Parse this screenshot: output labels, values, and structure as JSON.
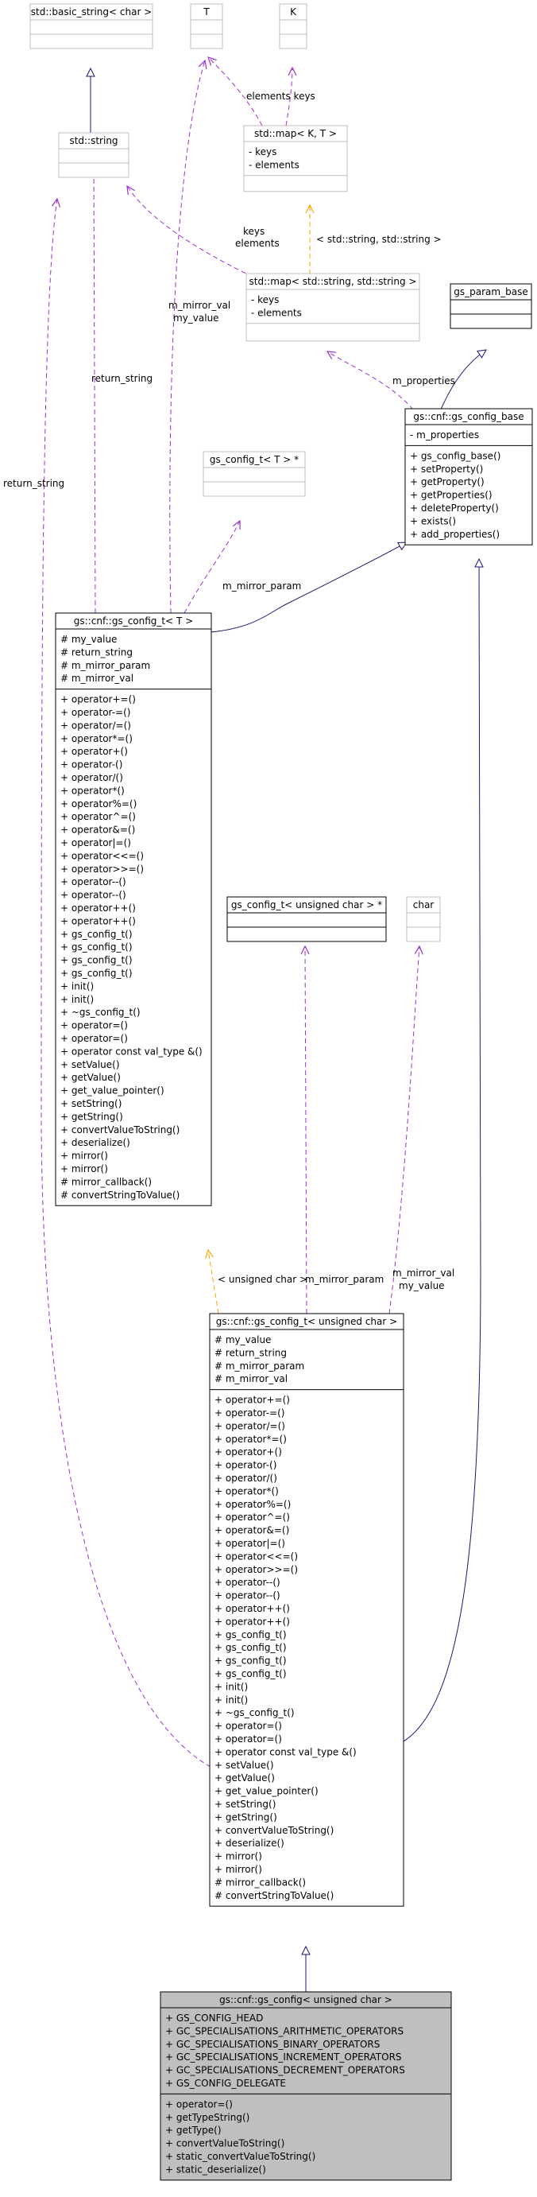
{
  "nodes": {
    "basic_string": {
      "title": "std::basic_string< char >",
      "attrs": [],
      "methods": []
    },
    "T": {
      "title": "T",
      "attrs": [],
      "methods": []
    },
    "K": {
      "title": "K",
      "attrs": [],
      "methods": []
    },
    "std_string": {
      "title": "std::string",
      "attrs": [],
      "methods": []
    },
    "map_KT": {
      "title": "std::map< K, T >",
      "attrs": [
        "- keys",
        "- elements"
      ],
      "methods": []
    },
    "map_string": {
      "title": "std::map< std::string, std::string >",
      "attrs": [
        "- keys",
        "- elements"
      ],
      "methods": []
    },
    "gs_param_base": {
      "title": "gs_param_base",
      "attrs": [],
      "methods": []
    },
    "gs_config_base": {
      "title": "gs::cnf::gs_config_base",
      "attrs": [
        "- m_properties"
      ],
      "methods": [
        "+ gs_config_base()",
        "+ setProperty()",
        "+ getProperty()",
        "+ getProperties()",
        "+ deleteProperty()",
        "+ exists()",
        "+ add_properties()"
      ]
    },
    "gs_config_t_T_ptr": {
      "title": "gs_config_t< T > *",
      "attrs": [],
      "methods": []
    },
    "gs_config_t_T": {
      "title": "gs::cnf::gs_config_t< T >",
      "attrs": [
        "# my_value",
        "# return_string",
        "# m_mirror_param",
        "# m_mirror_val"
      ],
      "methods": [
        "+ operator+=()",
        "+ operator-=()",
        "+ operator/=()",
        "+ operator*=()",
        "+ operator+()",
        "+ operator-()",
        "+ operator/()",
        "+ operator*()",
        "+ operator%=()",
        "+ operator^=()",
        "+ operator&=()",
        "+ operator|=()",
        "+ operator<<=()",
        "+ operator>>=()",
        "+ operator--()",
        "+ operator--()",
        "+ operator++()",
        "+ operator++()",
        "+ gs_config_t()",
        "+ gs_config_t()",
        "+ gs_config_t()",
        "+ gs_config_t()",
        "+ init()",
        "+ init()",
        "+ ~gs_config_t()",
        "+ operator=()",
        "+ operator=()",
        "+ operator const val_type &()",
        "+ setValue()",
        "+ getValue()",
        "+ get_value_pointer()",
        "+ setString()",
        "+ getString()",
        "+ convertValueToString()",
        "+ deserialize()",
        "+ mirror()",
        "+ mirror()",
        "# mirror_callback()",
        "# convertStringToValue()"
      ]
    },
    "gs_config_t_uchar_ptr": {
      "title": "gs_config_t< unsigned char > *",
      "attrs": [],
      "methods": []
    },
    "char": {
      "title": "char",
      "attrs": [],
      "methods": []
    },
    "gs_config_t_uchar": {
      "title": "gs::cnf::gs_config_t< unsigned char >",
      "attrs": [
        "# my_value",
        "# return_string",
        "# m_mirror_param",
        "# m_mirror_val"
      ],
      "methods": [
        "+ operator+=()",
        "+ operator-=()",
        "+ operator/=()",
        "+ operator*=()",
        "+ operator+()",
        "+ operator-()",
        "+ operator/()",
        "+ operator*()",
        "+ operator%=()",
        "+ operator^=()",
        "+ operator&=()",
        "+ operator|=()",
        "+ operator<<=()",
        "+ operator>>=()",
        "+ operator--()",
        "+ operator--()",
        "+ operator++()",
        "+ operator++()",
        "+ gs_config_t()",
        "+ gs_config_t()",
        "+ gs_config_t()",
        "+ gs_config_t()",
        "+ init()",
        "+ init()",
        "+ ~gs_config_t()",
        "+ operator=()",
        "+ operator=()",
        "+ operator const val_type &()",
        "+ setValue()",
        "+ getValue()",
        "+ get_value_pointer()",
        "+ setString()",
        "+ getString()",
        "+ convertValueToString()",
        "+ deserialize()",
        "+ mirror()",
        "+ mirror()",
        "# mirror_callback()",
        "# convertStringToValue()"
      ]
    },
    "gs_config_uchar": {
      "title": "gs::cnf::gs_config< unsigned char >",
      "attrs": [
        "+ GS_CONFIG_HEAD",
        "+ GC_SPECIALISATIONS_ARITHMETIC_OPERATORS",
        "+ GC_SPECIALISATIONS_BINARY_OPERATORS",
        "+ GC_SPECIALISATIONS_INCREMENT_OPERATORS",
        "+ GC_SPECIALISATIONS_DECREMENT_OPERATORS",
        "+ GS_CONFIG_DELEGATE"
      ],
      "methods": [
        "+ operator=()",
        "+ getTypeString()",
        "+ getType()",
        "+ convertValueToString()",
        "+ static_convertValueToString()",
        "+ static_deserialize()"
      ]
    }
  },
  "edge_labels": {
    "elements_keys": "elements keys",
    "keys_elements_1": "keys",
    "keys_elements_2": "elements",
    "std_string_template": "< std::string, std::string >",
    "m_properties": "m_properties",
    "return_string_1": "return_string",
    "return_string_2": "return_string",
    "m_mirror_val_1": "m_mirror_val",
    "my_value_1": "my_value",
    "m_mirror_param_1": "m_mirror_param",
    "uchar_template": "< unsigned char >",
    "m_mirror_param_2": "m_mirror_param",
    "m_mirror_val_2": "m_mirror_val",
    "my_value_2": "my_value"
  },
  "colors": {
    "inheritance": "#191970",
    "usage": "#9a32cd",
    "template": "#ffa500",
    "highlight_fill": "#bfbfbf",
    "external_border": "#bfbfbf"
  }
}
